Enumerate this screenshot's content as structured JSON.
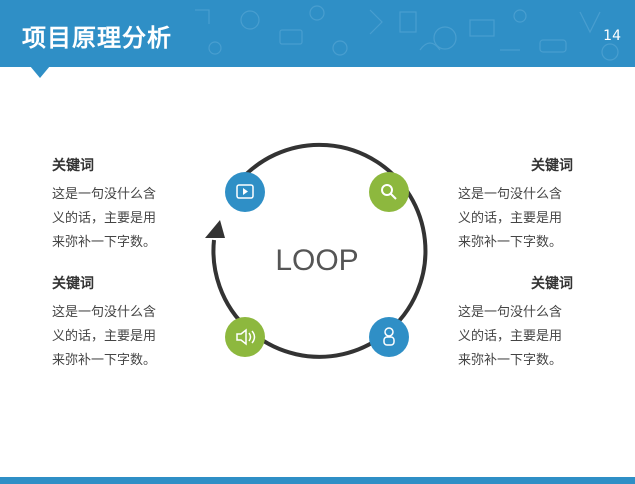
{
  "header": {
    "title": "项目原理分析",
    "page_number": "14"
  },
  "center_label": "LOOP",
  "blocks": {
    "top_left": {
      "keyword": "关键词",
      "lines": [
        "这是一句没什么含",
        "义的话，主要是用",
        "来弥补一下字数。"
      ]
    },
    "bottom_left": {
      "keyword": "关键词",
      "lines": [
        "这是一句没什么含",
        "义的话，主要是用",
        "来弥补一下字数。"
      ]
    },
    "top_right": {
      "keyword": "关键词",
      "lines": [
        "这是一句没什么含",
        "义的话，主要是用",
        "来弥补一下字数。"
      ]
    },
    "bottom_right": {
      "keyword": "关键词",
      "lines": [
        "这是一句没什么含",
        "义的话，主要是用",
        "来弥补一下字数。"
      ]
    }
  },
  "nodes": [
    {
      "icon": "play-icon",
      "color": "#2f8fc6"
    },
    {
      "icon": "search-icon",
      "color": "#8db83e"
    },
    {
      "icon": "user-icon",
      "color": "#2f8fc6"
    },
    {
      "icon": "speaker-icon",
      "color": "#8db83e"
    }
  ],
  "colors": {
    "brand_blue": "#2f8fc6",
    "brand_green": "#8db83e",
    "ring": "#333333"
  }
}
